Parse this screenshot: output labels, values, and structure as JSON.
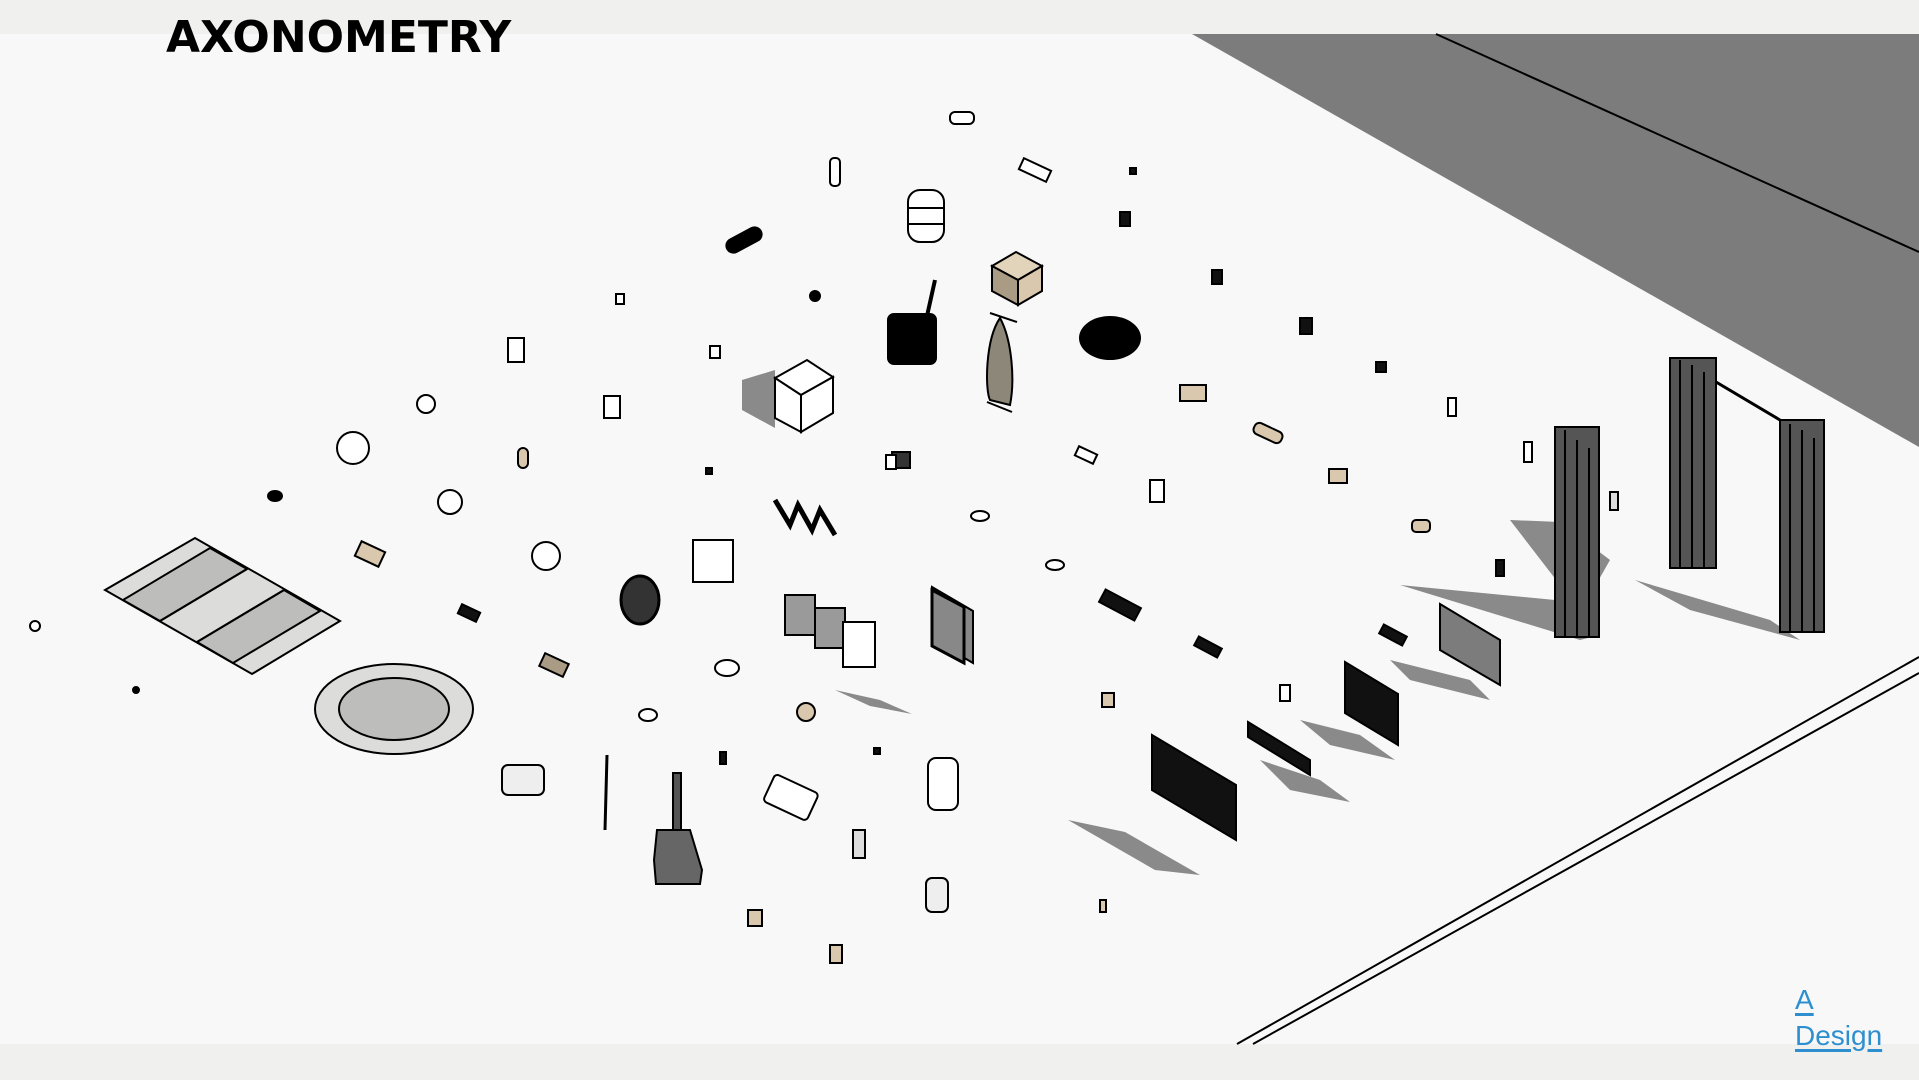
{
  "page": {
    "title": "AXONOMETRY"
  },
  "logo": {
    "line1": "A",
    "line2": "Design",
    "color": "#2e8fd0"
  },
  "colors": {
    "background": "#f8f8f8",
    "band": "#f0f0ef",
    "wall": "#7b7c7b",
    "shadow": "#8a8a8a",
    "beige": "#d9c8ad",
    "rug_light": "#dcdcda",
    "rug_dark": "#bdbdbb",
    "object_outline": "#000000"
  },
  "drawing": {
    "type": "axonometric-object-inventory",
    "elements": [
      "striped-rectangular-rug",
      "round-rug",
      "storage-drawer-stack",
      "beige-cardboard-box",
      "black-rolling-suitcase",
      "ironing-board",
      "black-duffel-bag",
      "water-jug",
      "laundry-bins-triple",
      "single-laundry-bin",
      "round-wall-clock",
      "clothes-hangers",
      "robot-vacuum",
      "upright-vacuum",
      "stick-vacuum",
      "blackout-curtains",
      "roller-blinds",
      "wall-mirror",
      "toilet-brush-holder",
      "small-accessories"
    ]
  }
}
